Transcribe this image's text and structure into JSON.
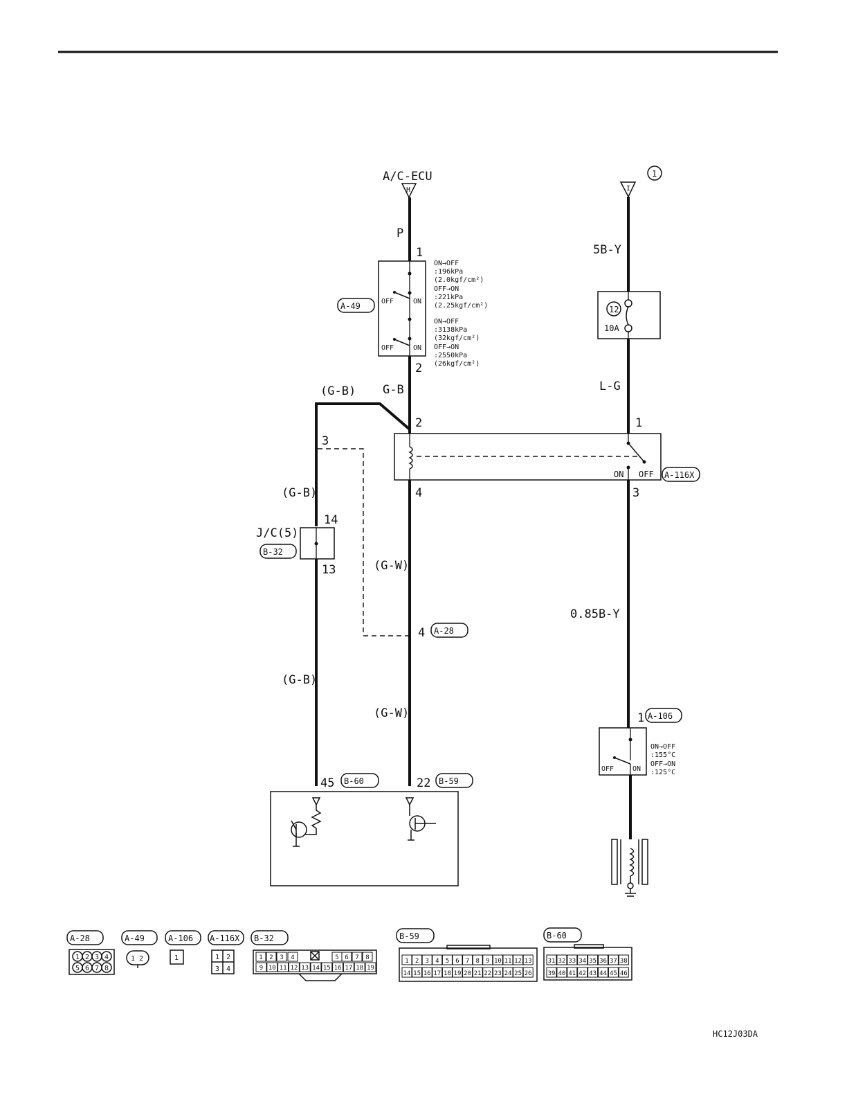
{
  "top_source": {
    "label": "A/C-ECU",
    "marker": "H"
  },
  "right_source": {
    "marker": "I",
    "ref": "1"
  },
  "wires": {
    "p": "P",
    "gb_switch": "G-B",
    "gb_top": "(G-B)",
    "gb_mid": "(G-B)",
    "gb_low": "(G-B)",
    "gw_mid": "(G-W)",
    "gw_low": "(G-W)",
    "b5y": "5B-Y",
    "lg": "L-G",
    "b085y": "0.85B-Y"
  },
  "pressure_switch": {
    "connector": "A-49",
    "pin_top": "1",
    "pin_bottom": "2",
    "off": "OFF",
    "on": "ON",
    "spec_low": [
      "ON→OFF",
      ":196kPa",
      "(2.0kgf/cm²)",
      "OFF→ON",
      ":221kPa",
      "(2.25kgf/cm²)"
    ],
    "spec_high": [
      "ON→OFF",
      ":3138kPa",
      "(32kgf/cm²)",
      "OFF→ON",
      ":2550kPa",
      "(26kgf/cm²)"
    ]
  },
  "fuse": {
    "number": "12",
    "rating": "10A"
  },
  "relay": {
    "connector": "A-116X",
    "pin2": "2",
    "pin4": "4",
    "pin1": "1",
    "pin3": "3",
    "on": "ON",
    "off": "OFF"
  },
  "junction": {
    "label": "J/C(5)",
    "connector": "B-32",
    "pin_in": "14",
    "pin_out": "13",
    "pin_left": "3"
  },
  "a28": {
    "connector": "A-28",
    "pin": "4"
  },
  "ecu": {
    "pin_left": "45",
    "conn_left": "B-60",
    "pin_right": "22",
    "conn_right": "B-59"
  },
  "thermo_switch": {
    "connector": "A-106",
    "pin": "1",
    "off": "OFF",
    "on": "ON",
    "spec": [
      "ON→OFF",
      ":155°C",
      "OFF→ON",
      ":125°C"
    ]
  },
  "connector_views": {
    "a28": {
      "name": "A-28",
      "pins": [
        "1",
        "2",
        "3",
        "4",
        "5",
        "6",
        "7",
        "8"
      ]
    },
    "a49": {
      "name": "A-49",
      "pins": [
        "1",
        "2"
      ]
    },
    "a106": {
      "name": "A-106",
      "pins": [
        "1"
      ]
    },
    "a116x": {
      "name": "A-116X",
      "pins": [
        "1",
        "2",
        "3",
        "4"
      ]
    },
    "b32": {
      "name": "B-32",
      "pins": [
        "1",
        "2",
        "3",
        "4",
        "5",
        "6",
        "7",
        "8",
        "9",
        "10",
        "11",
        "12",
        "13",
        "14",
        "15",
        "16",
        "17",
        "18",
        "19"
      ]
    },
    "b59": {
      "name": "B-59",
      "pins": [
        "1",
        "2",
        "3",
        "4",
        "5",
        "6",
        "7",
        "8",
        "9",
        "10",
        "11",
        "12",
        "13",
        "14",
        "15",
        "16",
        "17",
        "18",
        "19",
        "20",
        "21",
        "22",
        "23",
        "24",
        "25",
        "26"
      ]
    },
    "b60": {
      "name": "B-60",
      "pins": [
        "31",
        "32",
        "33",
        "34",
        "35",
        "36",
        "37",
        "38",
        "39",
        "40",
        "41",
        "42",
        "43",
        "44",
        "45",
        "46"
      ]
    }
  },
  "figure_code": "HC12J03DA"
}
